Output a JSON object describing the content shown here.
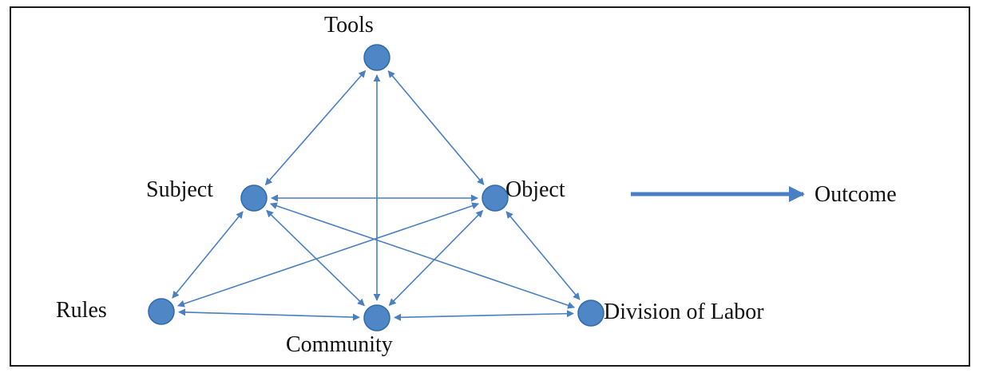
{
  "diagram": {
    "nodes": [
      {
        "id": "tools",
        "label": "Tools"
      },
      {
        "id": "subject",
        "label": "Subject"
      },
      {
        "id": "object",
        "label": "Object"
      },
      {
        "id": "rules",
        "label": "Rules"
      },
      {
        "id": "community",
        "label": "Community"
      },
      {
        "id": "division",
        "label": "Division of Labor"
      }
    ],
    "edges": [
      {
        "from": "tools",
        "to": "subject",
        "directed": "both"
      },
      {
        "from": "tools",
        "to": "object",
        "directed": "both"
      },
      {
        "from": "tools",
        "to": "community",
        "directed": "both"
      },
      {
        "from": "subject",
        "to": "object",
        "directed": "both"
      },
      {
        "from": "subject",
        "to": "rules",
        "directed": "both"
      },
      {
        "from": "subject",
        "to": "community",
        "directed": "both"
      },
      {
        "from": "subject",
        "to": "division",
        "directed": "both"
      },
      {
        "from": "object",
        "to": "rules",
        "directed": "both"
      },
      {
        "from": "object",
        "to": "community",
        "directed": "both"
      },
      {
        "from": "object",
        "to": "division",
        "directed": "both"
      },
      {
        "from": "rules",
        "to": "community",
        "directed": "both"
      },
      {
        "from": "community",
        "to": "division",
        "directed": "both"
      }
    ],
    "outcome_label": "Outcome",
    "colors": {
      "node": "#4f86c6",
      "node_stroke": "#2f6aa8",
      "edge": "#4a7fc1",
      "text": "#111111"
    }
  }
}
